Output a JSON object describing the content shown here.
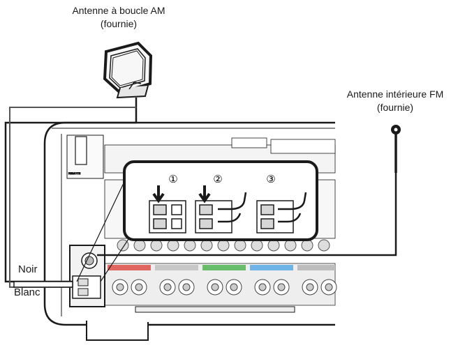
{
  "labels": {
    "am_antenna": "Antenne à boucle AM",
    "am_supplied": "(fournie)",
    "fm_antenna": "Antenne intérieure FM",
    "fm_supplied": "(fournie)",
    "wire_black": "Noir",
    "wire_white": "Blanc"
  },
  "steps": [
    "①",
    "②",
    "③"
  ],
  "colors": {
    "line": "#1a1a1a",
    "panel": "#eeeeee",
    "front_a": "#e0665f",
    "front_b": "#c7c7c7",
    "center": "#67bd6a",
    "surround": "#6fb4e4",
    "surround_back": "#bdbdbd"
  }
}
